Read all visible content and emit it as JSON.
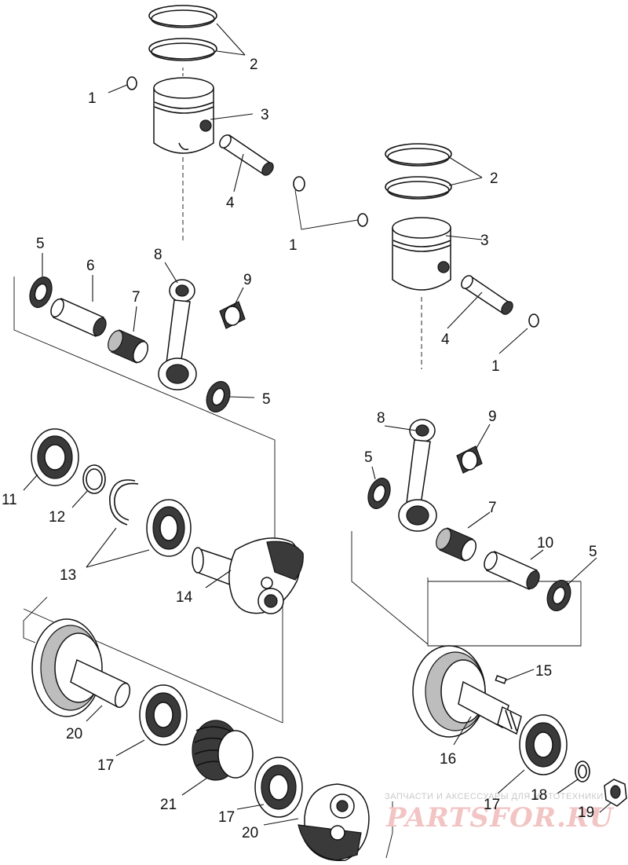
{
  "diagram": {
    "callouts": {
      "c1a": "1",
      "c2a": "2",
      "c3a": "3",
      "c4a": "4",
      "c2b": "2",
      "c1b": "1",
      "c3b": "3",
      "c5a": "5",
      "c6": "6",
      "c7a": "7",
      "c8a": "8",
      "c9a": "9",
      "c5b": "5",
      "c4b": "4",
      "c1c": "1",
      "c8b": "8",
      "c9b": "9",
      "c5c": "5",
      "c7b": "7",
      "c10": "10",
      "c5d": "5",
      "c11": "11",
      "c12": "12",
      "c13": "13",
      "c14": "14",
      "c15": "15",
      "c16": "16",
      "c20a": "20",
      "c17a": "17",
      "c21": "21",
      "c17b": "17",
      "c20b": "20",
      "c17c": "17",
      "c18": "18",
      "c19": "19"
    }
  },
  "watermark": {
    "top_text": "ЗАПЧАСТИ И АКСЕССУАРЫ ДЛЯ МОТОТЕХНИКИ",
    "site": "PARTSFOR.RU"
  }
}
